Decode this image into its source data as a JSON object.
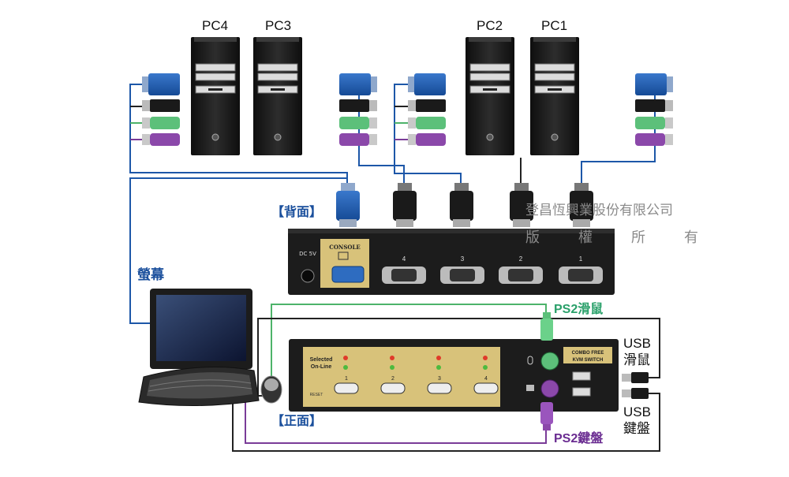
{
  "pcs": [
    "PC4",
    "PC3",
    "PC2",
    "PC1"
  ],
  "labels": {
    "back_panel": "【背面】",
    "front_panel": "【正面】",
    "monitor": "螢幕",
    "ps2_mouse": "PS2滑鼠",
    "ps2_keyboard": "PS2鍵盤",
    "usb_mouse_line1": "USB",
    "usb_mouse_line2": "滑鼠",
    "usb_keyboard_line1": "USB",
    "usb_keyboard_line2": "鍵盤"
  },
  "watermark": {
    "company": "登昌恆興業股份有限公司",
    "rights": [
      "版",
      "權",
      "所",
      "有"
    ]
  },
  "back_device": {
    "power_label": "DC 5V",
    "console_label": "CONSOLE",
    "ports": [
      "4",
      "3",
      "2",
      "1"
    ]
  },
  "front_device": {
    "selected_line1": "Selected",
    "selected_line2": "On-Line",
    "reset": "RESET",
    "buttons": [
      "1",
      "2",
      "3",
      "4"
    ],
    "brand_line1": "COMBO FREE",
    "brand_line2": "KVM SWITCH"
  },
  "colors": {
    "vga_blue": "#1d57a8",
    "usb_black": "#222222",
    "ps2_green": "#4db36a",
    "ps2_purple": "#7a3c98",
    "device_dark": "#1c1c1c",
    "panel_gold": "#d8c27a"
  }
}
